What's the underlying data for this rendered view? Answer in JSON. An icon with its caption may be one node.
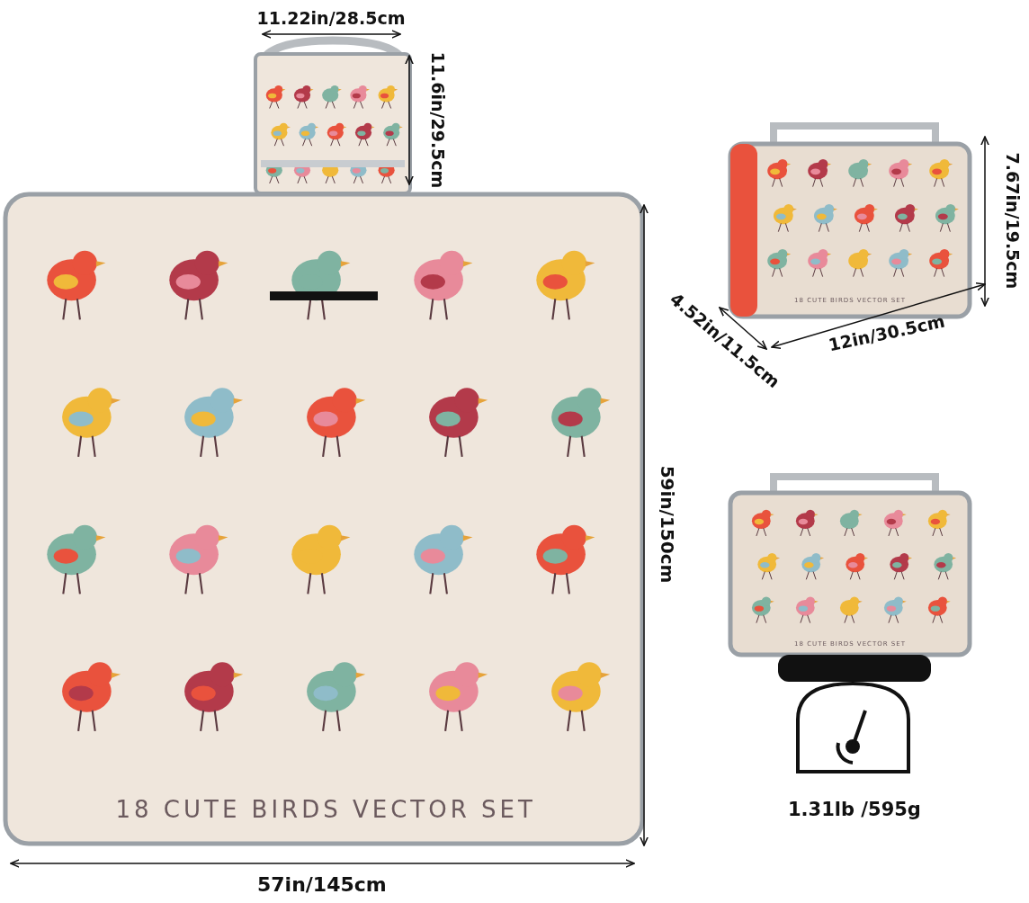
{
  "diagram": {
    "labels": [
      "11.22in/28.5cm",
      "11.6in/29.5cm",
      "7.67in/19.5cm",
      "4.52in/11.5cm",
      "12in/30.5cm",
      "18 CUTE BIRDS VECTOR SET",
      "59in/150cm",
      "18 CUTE BIRDS VECTOR SET",
      "18 CUTE BIRDS VECTOR SET",
      "1.31lb /595g",
      "57in/145cm"
    ]
  }
}
